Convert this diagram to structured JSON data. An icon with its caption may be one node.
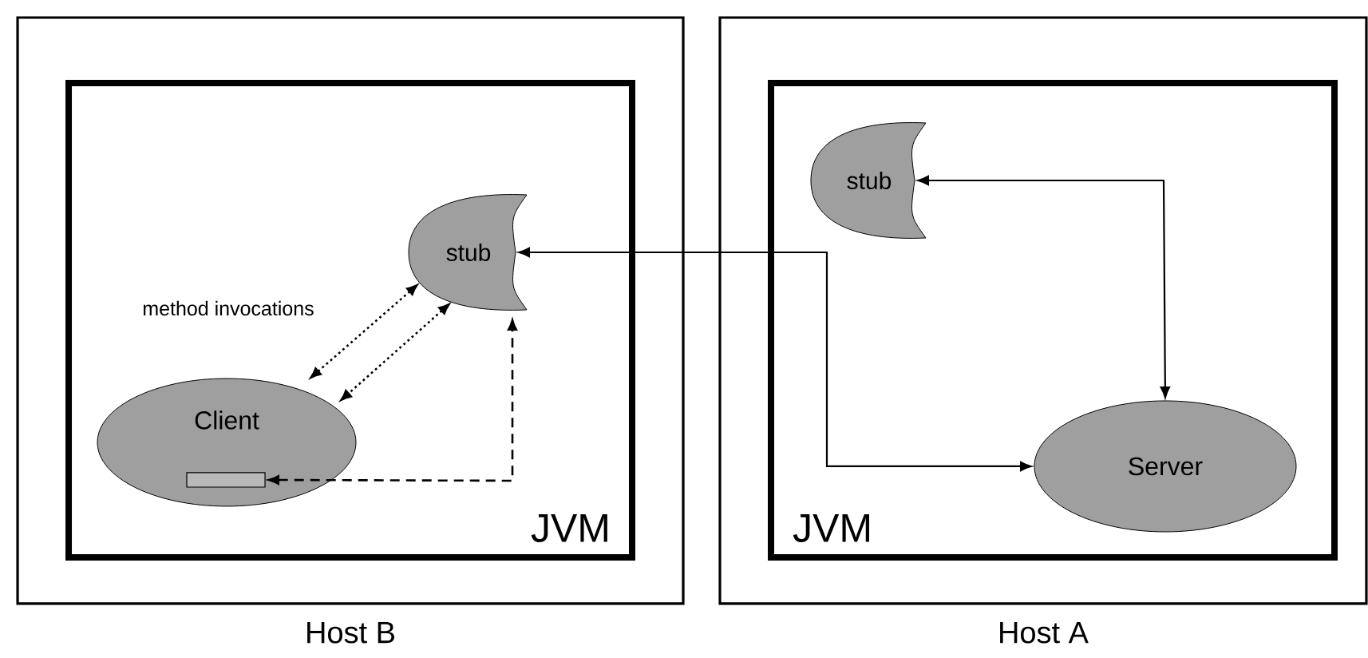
{
  "diagram": {
    "nodes": [
      {
        "text": [
          "Host B"
        ]
      },
      {
        "text": [
          "JVM"
        ],
        "in": 0
      },
      {
        "text": [
          "stub"
        ],
        "in": 1
      },
      {
        "text": [
          "Client"
        ],
        "in": 1
      },
      {
        "text": [],
        "shape": "box",
        "in": 3
      },
      {
        "text": [
          "Host A"
        ]
      },
      {
        "text": [
          "JVM"
        ],
        "in": 5
      },
      {
        "text": [
          "stub"
        ],
        "in": 6
      },
      {
        "text": [
          "Server"
        ],
        "in": 6
      }
    ],
    "edges": [
      {
        "from": 2,
        "to": 3,
        "arrow": "both",
        "style": "dashed"
      },
      {
        "from": 2,
        "to": 3,
        "arrow": "both",
        "style": "dashed"
      },
      {
        "from": 4,
        "to": 2,
        "arrow": "both",
        "style": "dashed"
      },
      {
        "from": 2,
        "to": 8,
        "arrow": "both"
      },
      {
        "from": 7,
        "to": 8,
        "arrow": "both"
      }
    ],
    "labels": [
      "method invocations"
    ]
  }
}
